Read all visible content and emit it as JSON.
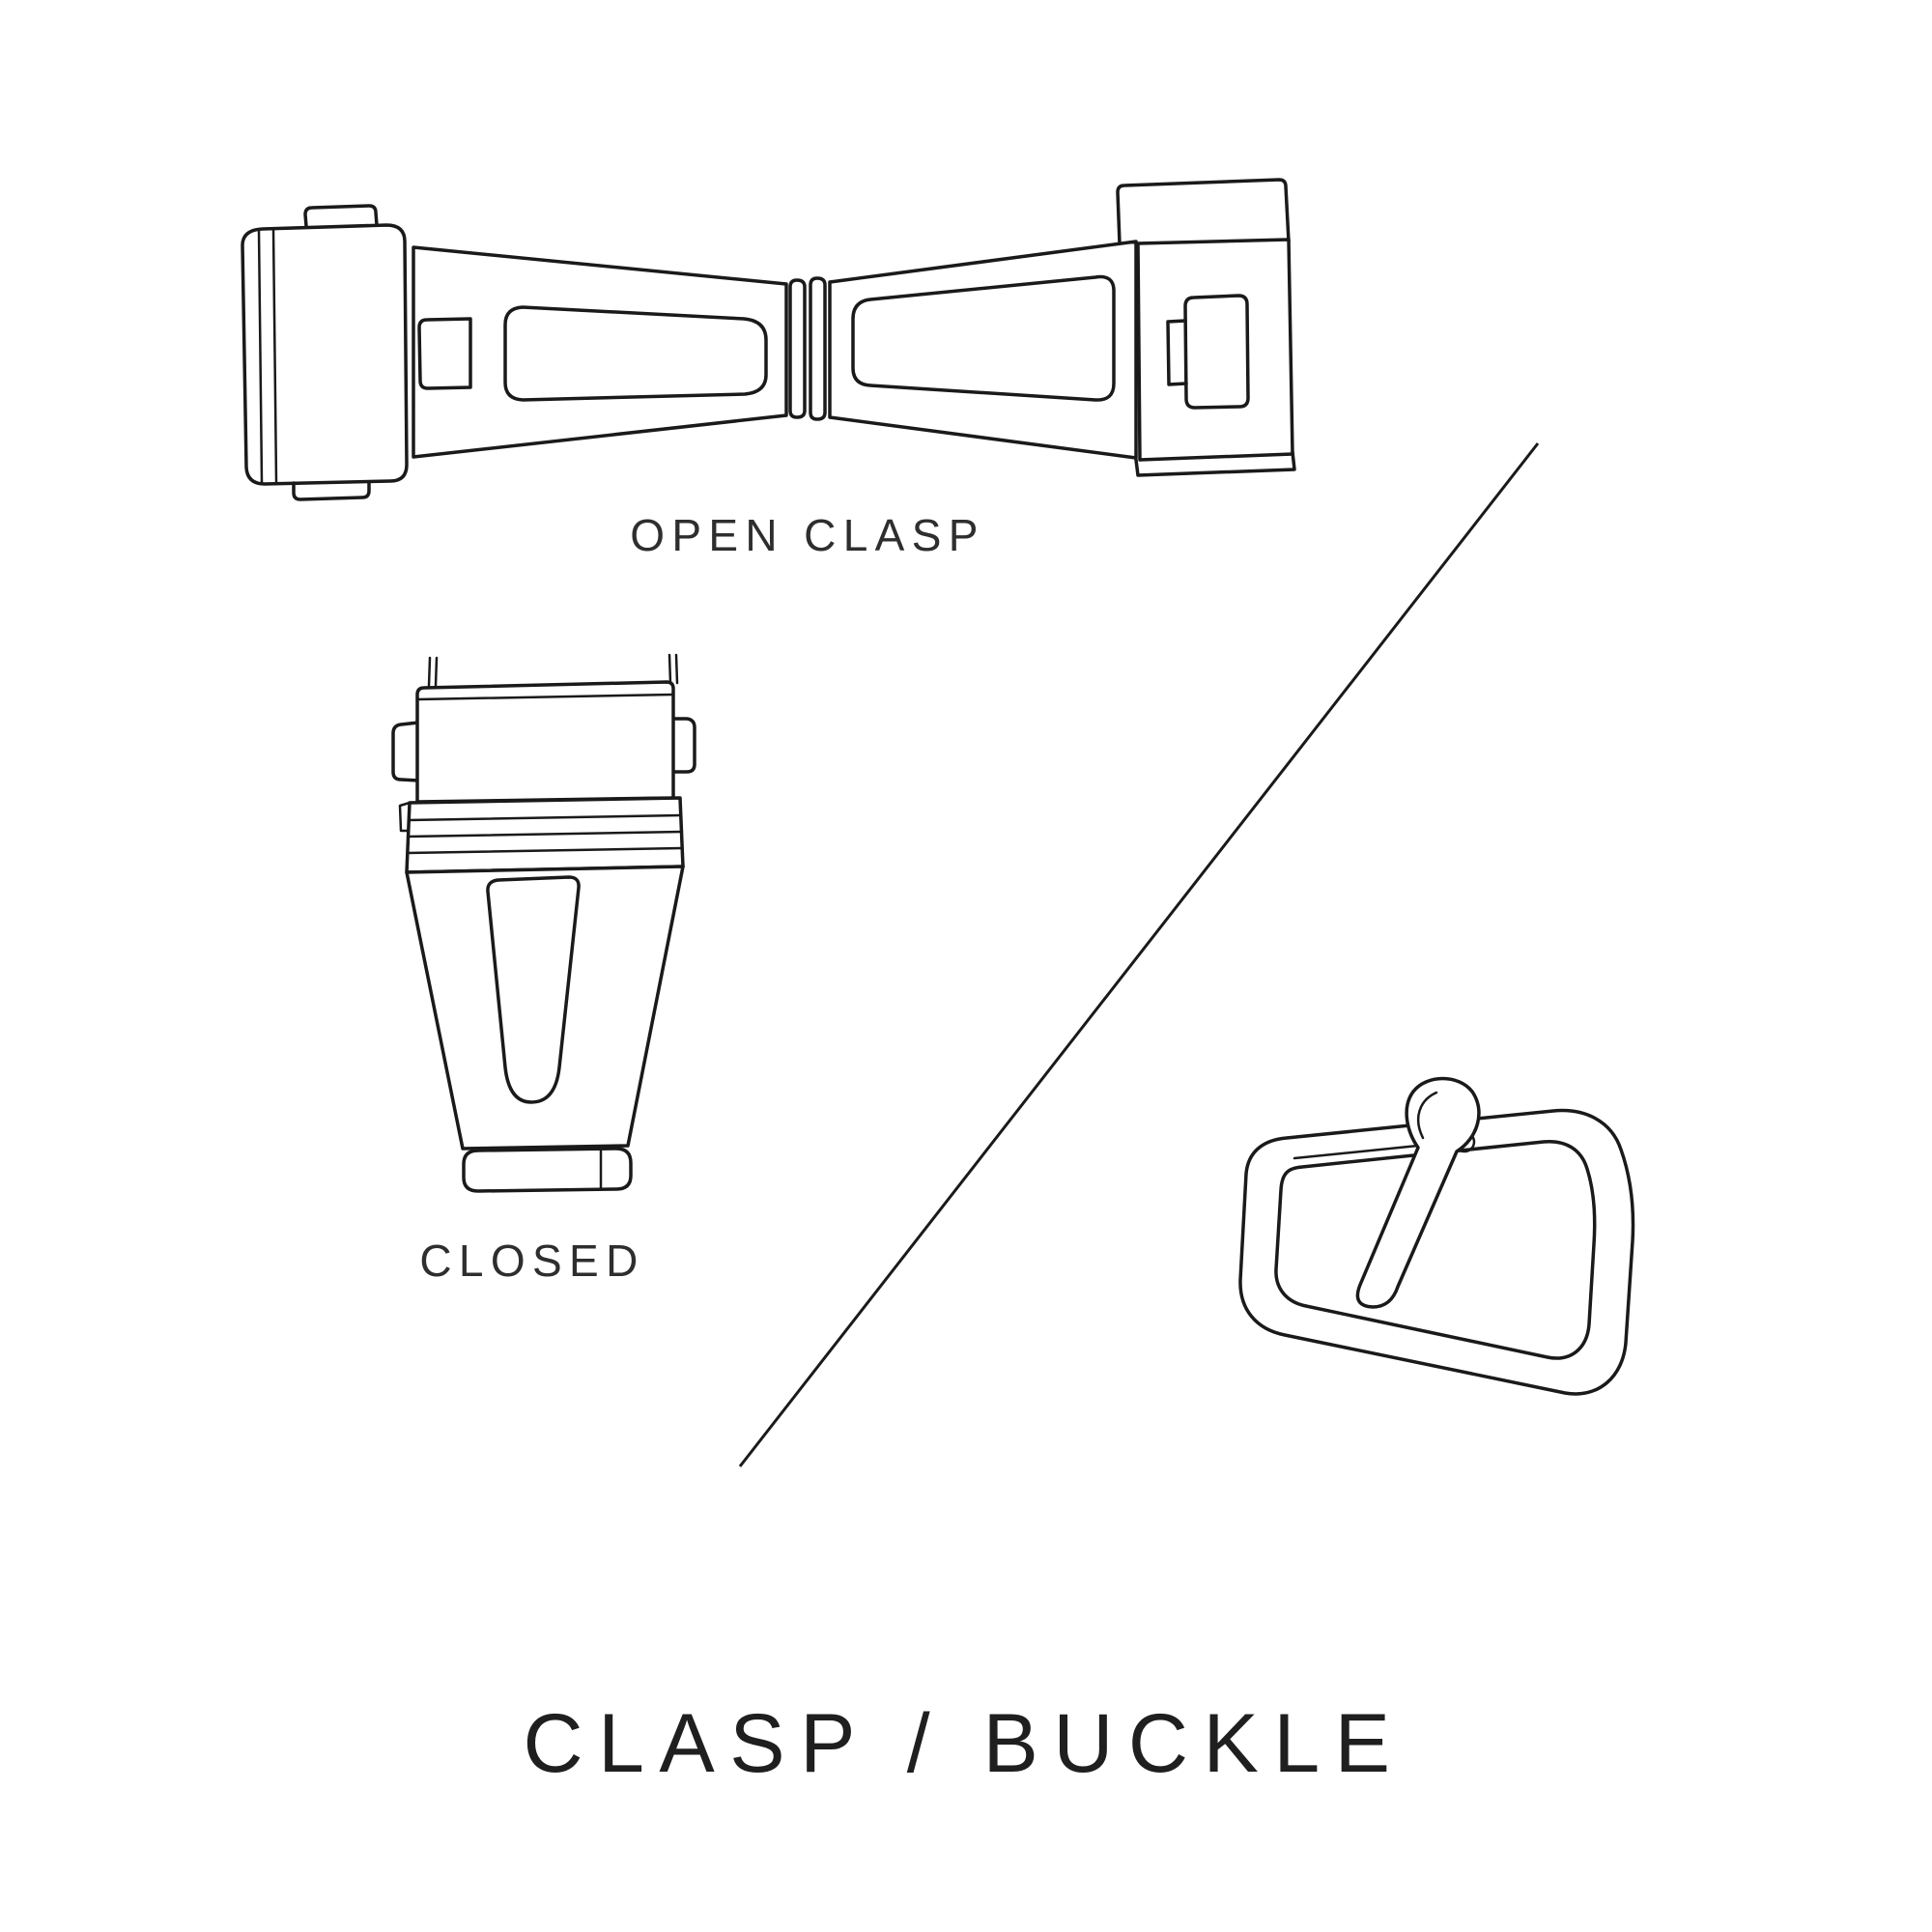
{
  "diagram": {
    "title": "CLASP / BUCKLE",
    "labels": {
      "open_clasp": "OPEN CLASP",
      "closed": "CLOSED"
    },
    "illustrations": [
      "open-clasp",
      "closed-clasp",
      "tang-buckle"
    ],
    "colors": {
      "line": "#1a1a1a",
      "text": "#2e2e2e",
      "background": "#ffffff"
    }
  }
}
